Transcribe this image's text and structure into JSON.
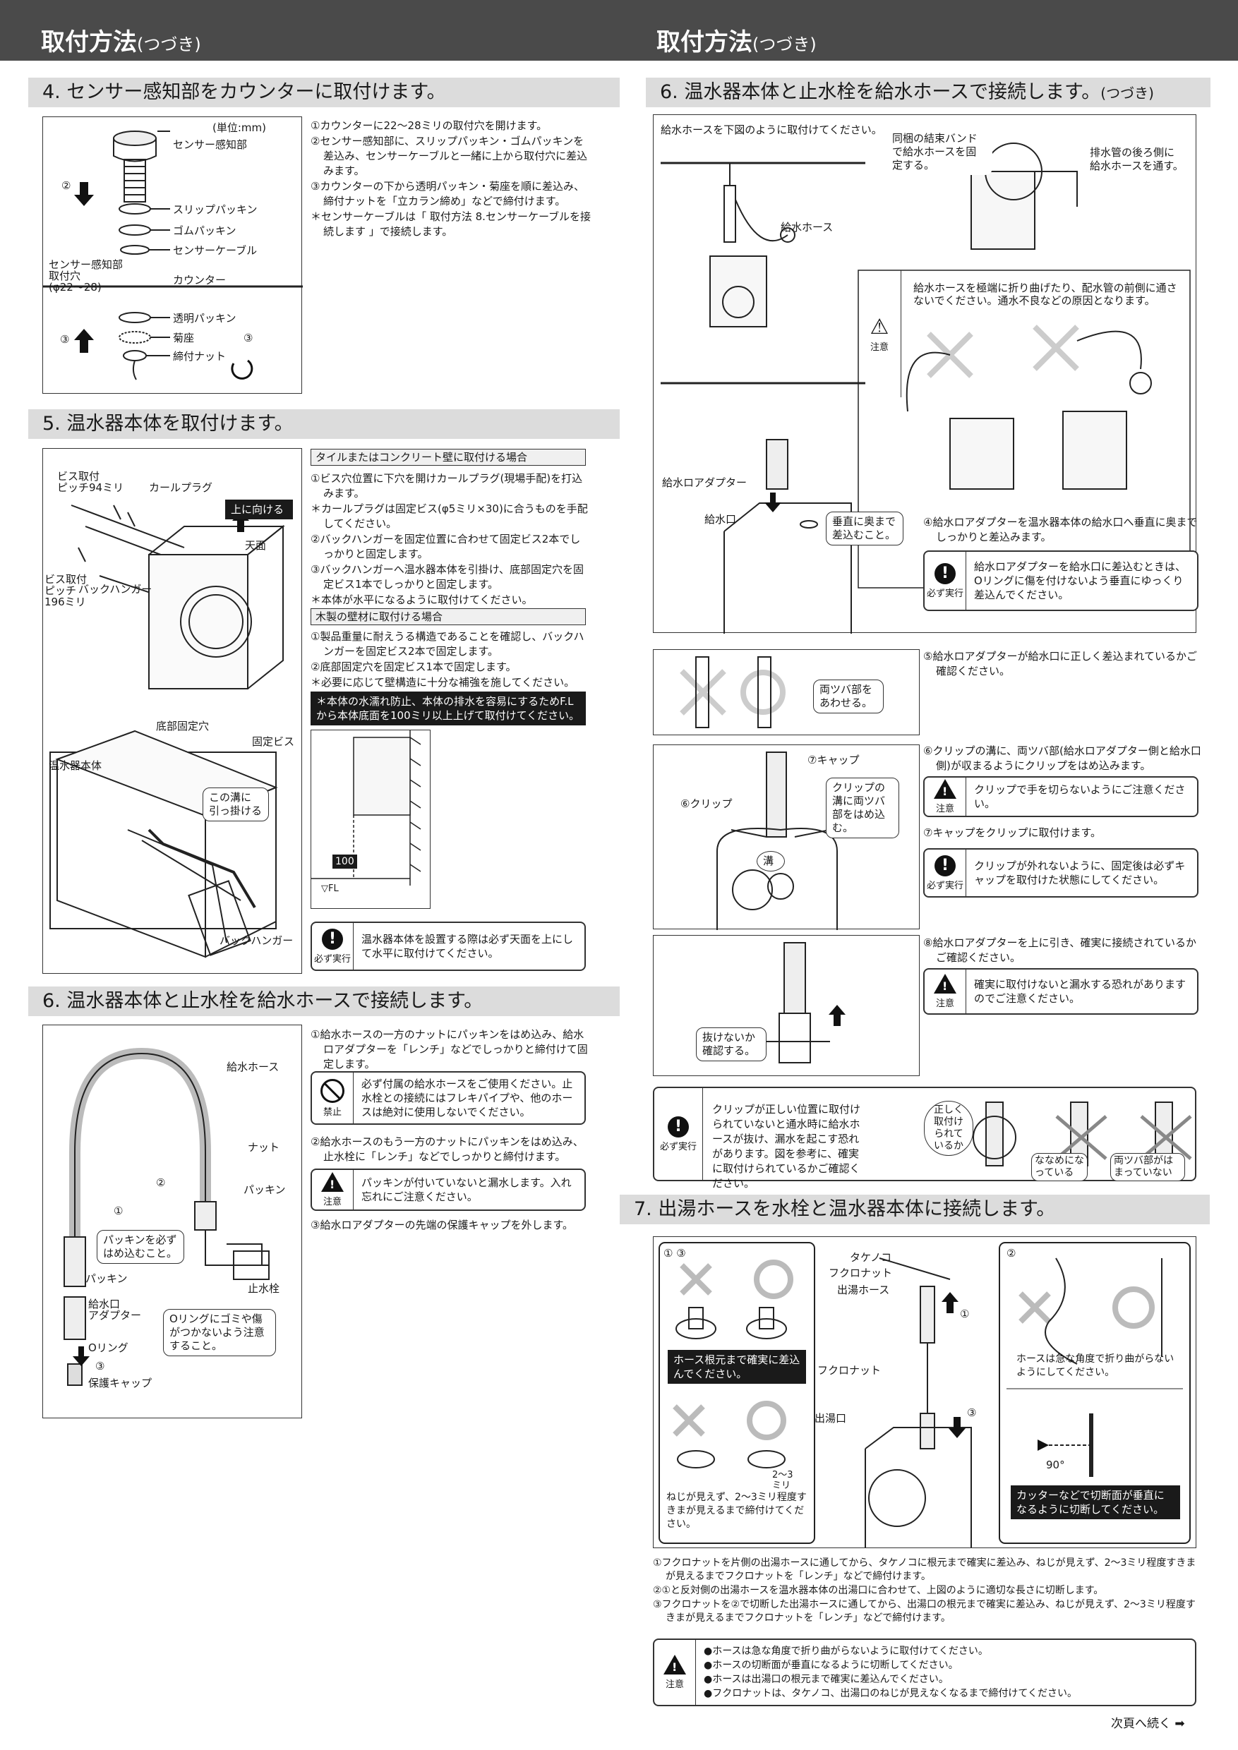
{
  "header": {
    "left_title": "取付方法",
    "left_suffix": "(つづき)",
    "right_title": "取付方法",
    "right_suffix": "(つづき)"
  },
  "sec4": {
    "title": "4. センサー感知部をカウンターに取付けます。",
    "unit": "(単位:mm)",
    "labels": {
      "sensor": "センサー感知部",
      "slip": "スリップパッキン",
      "rubber": "ゴムパッキン",
      "cable": "センサーケーブル",
      "hole1": "センサー感知部",
      "hole2": "取付穴",
      "hole3": "(φ22〜28)",
      "counter": "カウンター",
      "clear": "透明パッキン",
      "kikuza": "菊座",
      "nut": "締付ナット",
      "n2": "②",
      "n3": "③",
      "n3b": "③"
    },
    "steps": [
      "①カウンターに22〜28ミリの取付穴を開けます。",
      "②センサー感知部に、スリップパッキン・ゴムパッキンを差込み、センサーケーブルと一緒に上から取付穴に差込みます。",
      "③カウンターの下から透明パッキン・菊座を順に差込み、締付ナットを「立カラン締め」などで締付けます。",
      "＊センサーケーブルは「 取付方法 8.センサーケーブルを接続します 」で接続します。"
    ]
  },
  "sec5": {
    "title": "5. 温水器本体を取付けます。",
    "labels": {
      "pitch94a": "ビス取付",
      "pitch94b": "ピッチ94ミリ",
      "plug": "カールプラグ",
      "up": "上に向ける",
      "top": "天面",
      "pitch196a": "ビス取付",
      "pitch196b": "ピッチ",
      "pitch196c": "196ミリ",
      "hanger": "バックハンガー",
      "bottomhole": "底部固定穴",
      "screw": "固定ビス",
      "body": "温水器本体",
      "groove1": "この溝に",
      "groove2": "引っ掛ける",
      "hanger2": "バックハンガー",
      "dim100": "100",
      "fl": "▽FL"
    },
    "tile_header": "タイルまたはコンクリート壁に取付ける場合",
    "tile_steps": [
      "①ビス穴位置に下穴を開けカールプラグ(現場手配)を打込みます。",
      "＊カールプラグは固定ビス(φ5ミリ×30)に合うものを手配してください。",
      "②バックハンガーを固定位置に合わせて固定ビス2本でしっかりと固定します。",
      "③バックハンガーへ温水器本体を引掛け、底部固定穴を固定ビス1本でしっかりと固定します。",
      "＊本体が水平になるように取付けてください。"
    ],
    "wood_header": "木製の壁材に取付ける場合",
    "wood_steps": [
      "①製品重量に耐えうる構造であることを確認し、バックハンガーを固定ビス2本で固定します。",
      "②底部固定穴を固定ビス1本で固定します。",
      "＊必要に応じて壁構造に十分な補強を施してください。"
    ],
    "dark_note": "＊本体の水濡れ防止、本体の排水を容易にするためF.Lから本体底面を100ミリ以上上げて取付けてください。",
    "must_label": "必ず実行",
    "must_text": "温水器本体を設置する際は必ず天面を上にして水平に取付けてください。"
  },
  "sec6": {
    "title": "6. 温水器本体と止水栓を給水ホースで接続します。",
    "labels": {
      "hose": "給水ホース",
      "nut": "ナット",
      "packing": "パッキン",
      "n1": "①",
      "n2": "②",
      "must1": "パッキンを必ず",
      "must2": "はめ込むこと。",
      "packing2": "パッキン",
      "stopcock": "止水栓",
      "inlet1": "給水口",
      "inlet2": "アダプター",
      "oring": "Oリング",
      "n3": "③",
      "cap": "保護キャップ",
      "oring_note": "Oリングにゴミや傷がつかないよう注意すること。"
    },
    "steps1": "①給水ホースの一方のナットにパッキンをはめ込み、給水ロアダプターを「レンチ」などでしっかりと締付けて固定します。",
    "ban_label": "禁止",
    "ban_text": "必ず付属の給水ホースをご使用ください。止水栓との接続にはフレキパイプや、他のホースは絶対に使用しないでください。",
    "steps2": "②給水ホースのもう一方のナットにパッキンをはめ込み、止水栓に「レンチ」などでしっかりと締付けます。",
    "caution_label": "注意",
    "caution_text": "パッキンが付いていないと漏水します。入れ忘れにご注意ください。",
    "steps3": "③給水ロアダプターの先端の保護キャップを外します。"
  },
  "sec6c": {
    "title": "6. 温水器本体と止水栓を給水ホースで接続します。",
    "title_suffix": "(つづき)",
    "fig1": {
      "intro": "給水ホースを下図のように取付けてください。",
      "band": "同梱の結束バンドで給水ホースを固定する。",
      "drain": "排水管の後ろ側に給水ホースを通す。",
      "hose": "給水ホース",
      "warn_text": "給水ホースを極端に折り曲げたり、配水管の前側に通さないでください。通水不良などの原因となります。",
      "caution_label": "注意",
      "adapter": "給水ロアダプター",
      "inlet": "給水口",
      "vertical": "垂直に奥まで差込むこと。"
    },
    "step4": "④給水ロアダプターを温水器本体の給水口へ垂直に奥までしっかりと差込みます。",
    "must4_label": "必ず実行",
    "must4_text": "給水ロアダプターを給水口に差込むときは、Oリングに傷を付けないよう垂直にゆっくり差込んでください。",
    "fig2_callout": "両ツバ部をあわせる。",
    "step5": "⑤給水ロアダプターが給水口に正しく差込まれているかご確認ください。",
    "fig3": {
      "cap": "⑦キャップ",
      "clip": "⑥クリップ",
      "groove": "クリップの溝に両ツバ部をはめ込む。",
      "mizo": "溝"
    },
    "step6": "⑥クリップの溝に、両ツバ部(給水ロアダプター側と給水口側)が収まるようにクリップをはめ込みます。",
    "caution6_label": "注意",
    "caution6_text": "クリップで手を切らないようにご注意ください。",
    "step7": "⑦キャップをクリップに取付けます。",
    "must7_label": "必ず実行",
    "must7_text": "クリップが外れないように、固定後は必ずキャップを取付けた状態にしてください。",
    "fig4_callout": "抜けないか確認する。",
    "step8": "⑧給水ロアダプターを上に引き、確実に接続されているかご確認ください。",
    "caution8_label": "注意",
    "caution8_text": "確実に取付けないと漏水する恐れがありますのでご注意ください。",
    "bottom_must_label": "必ず実行",
    "bottom_must_text": "クリップが正しい位置に取付けられていないと通水時に給水ホースが抜け、漏水を起こす恐れがあります。図を参考に、確実に取付けられているかご確認ください。",
    "ok_bubble": "正しく取付けられているか",
    "ng1": "ななめになっている",
    "ng2": "両ツバ部がはまっていない"
  },
  "sec7": {
    "title": "7. 出湯ホースを水栓と温水器本体に接続します。",
    "fig": {
      "tag13": "① ③",
      "tag2": "②",
      "root_note": "ホース根元まで確実に差込んでください。",
      "gap_note": "ねじが見えず、2〜3ミリ程度すきまが見えるまで締付けてください。",
      "gap": "2〜3ミリ",
      "takenoko": "タケノコ",
      "fukuro1": "フクロナット",
      "hose": "出湯ホース",
      "fukuro2": "フクロナット",
      "outlet": "出湯口",
      "n1": "①",
      "n3": "③",
      "bend_note": "ホースは急な角度で折り曲がらないようにしてください。",
      "deg": "90°",
      "cut_note": "カッターなどで切断面が垂直になるように切断してください。"
    },
    "steps": [
      "①フクロナットを片側の出湯ホースに通してから、タケノコに根元まで確実に差込み、ねじが見えず、2〜3ミリ程度すきまが見えるまでフクロナットを「レンチ」などで締付けます。",
      "②①と反対側の出湯ホースを温水器本体の出湯口に合わせて、上図のように適切な長さに切断します。",
      "③フクロナットを②で切断した出湯ホースに通してから、出湯口の根元まで確実に差込み、ねじが見えず、2〜3ミリ程度すきまが見えるまでフクロナットを「レンチ」などで締付けます。"
    ],
    "caution_label": "注意",
    "cautions": [
      "●ホースは急な角度で折り曲がらないように取付けてください。",
      "●ホースの切断面が垂直になるように切断してください。",
      "●ホースは出湯口の根元まで確実に差込んでください。",
      "●フクロナットは、タケノコ、出湯口のねじが見えなくなるまで締付けてください。"
    ]
  },
  "footer": {
    "next": "次頁へ続く"
  }
}
